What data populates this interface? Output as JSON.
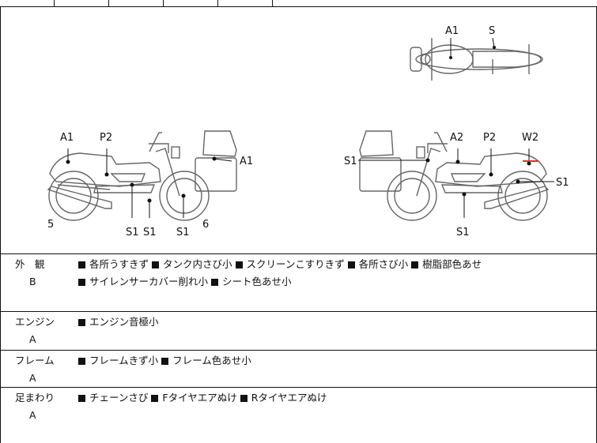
{
  "diagram": {
    "labels": {
      "top_a1": "A1",
      "top_s": "S",
      "left_a1_rear": "A1",
      "left_p2": "P2",
      "left_a1_front": "A1",
      "left_5": "5",
      "left_s1_a": "S1",
      "left_s1_b": "S1",
      "left_s1_c": "S1",
      "left_6": "6",
      "right_s1_front": "S1",
      "right_a2": "A2",
      "right_p2": "P2",
      "right_w2": "W2",
      "right_s1_rear": "S1",
      "right_s1_bottom": "S1"
    },
    "accent_color": "#e0322b"
  },
  "rows": [
    {
      "category": "外　観",
      "grade": "B",
      "items": [
        "各所うすきず",
        "タンク内さび小",
        "スクリーンこすりきず",
        "各所さび小",
        "樹脂部色あせ",
        "サイレンサーカバー削れ小",
        "シート色あせ小"
      ]
    },
    {
      "category": "エンジン",
      "grade": "A",
      "items": [
        "エンジン音極小"
      ]
    },
    {
      "category": "フレーム",
      "grade": "A",
      "items": [
        "フレームきず小",
        "フレーム色あせ小"
      ]
    },
    {
      "category": "足まわり",
      "grade": "A",
      "items": [
        "チェーンさび",
        "Fタイヤエアぬけ",
        "Rタイヤエアぬけ"
      ]
    }
  ]
}
